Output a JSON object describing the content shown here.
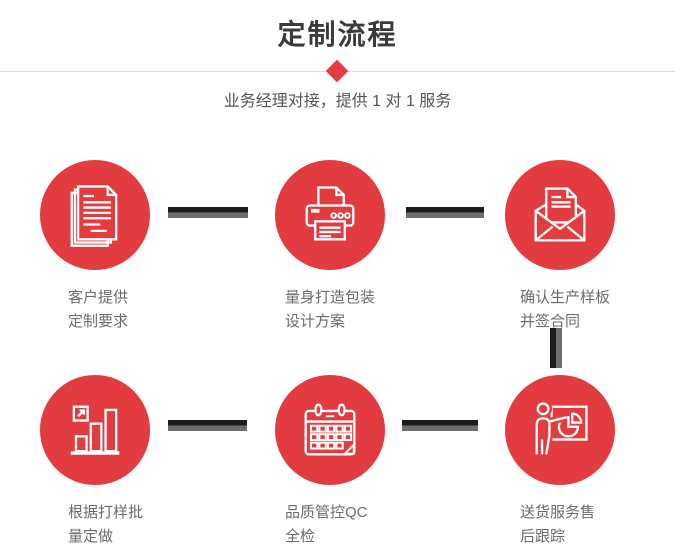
{
  "header": {
    "title": "定制流程",
    "subtitle": "业务经理对接，提供 1 对 1 服务"
  },
  "colors": {
    "accent": "#E23B40",
    "connector_dark": "#1C1C1C",
    "connector_gray": "#6E6E6E",
    "divider": "#DCDCDC",
    "title_text": "#3B3B3B",
    "subtitle_text": "#555555",
    "label_text": "#6B6B6B"
  },
  "steps": [
    {
      "icon": "documents-icon",
      "label": [
        "客户提供",
        "定制要求"
      ]
    },
    {
      "icon": "printer-icon",
      "label": [
        "量身打造包装",
        "设计方案"
      ]
    },
    {
      "icon": "envelope-icon",
      "label": [
        "确认生产样板",
        "并签合同"
      ]
    },
    {
      "icon": "bar-chart-icon",
      "label": [
        "根据打样批",
        "量定做"
      ]
    },
    {
      "icon": "calendar-icon",
      "label": [
        "品质管控QC",
        "全检"
      ]
    },
    {
      "icon": "presentation-icon",
      "label": [
        "送货服务售",
        "后跟踪"
      ]
    }
  ]
}
